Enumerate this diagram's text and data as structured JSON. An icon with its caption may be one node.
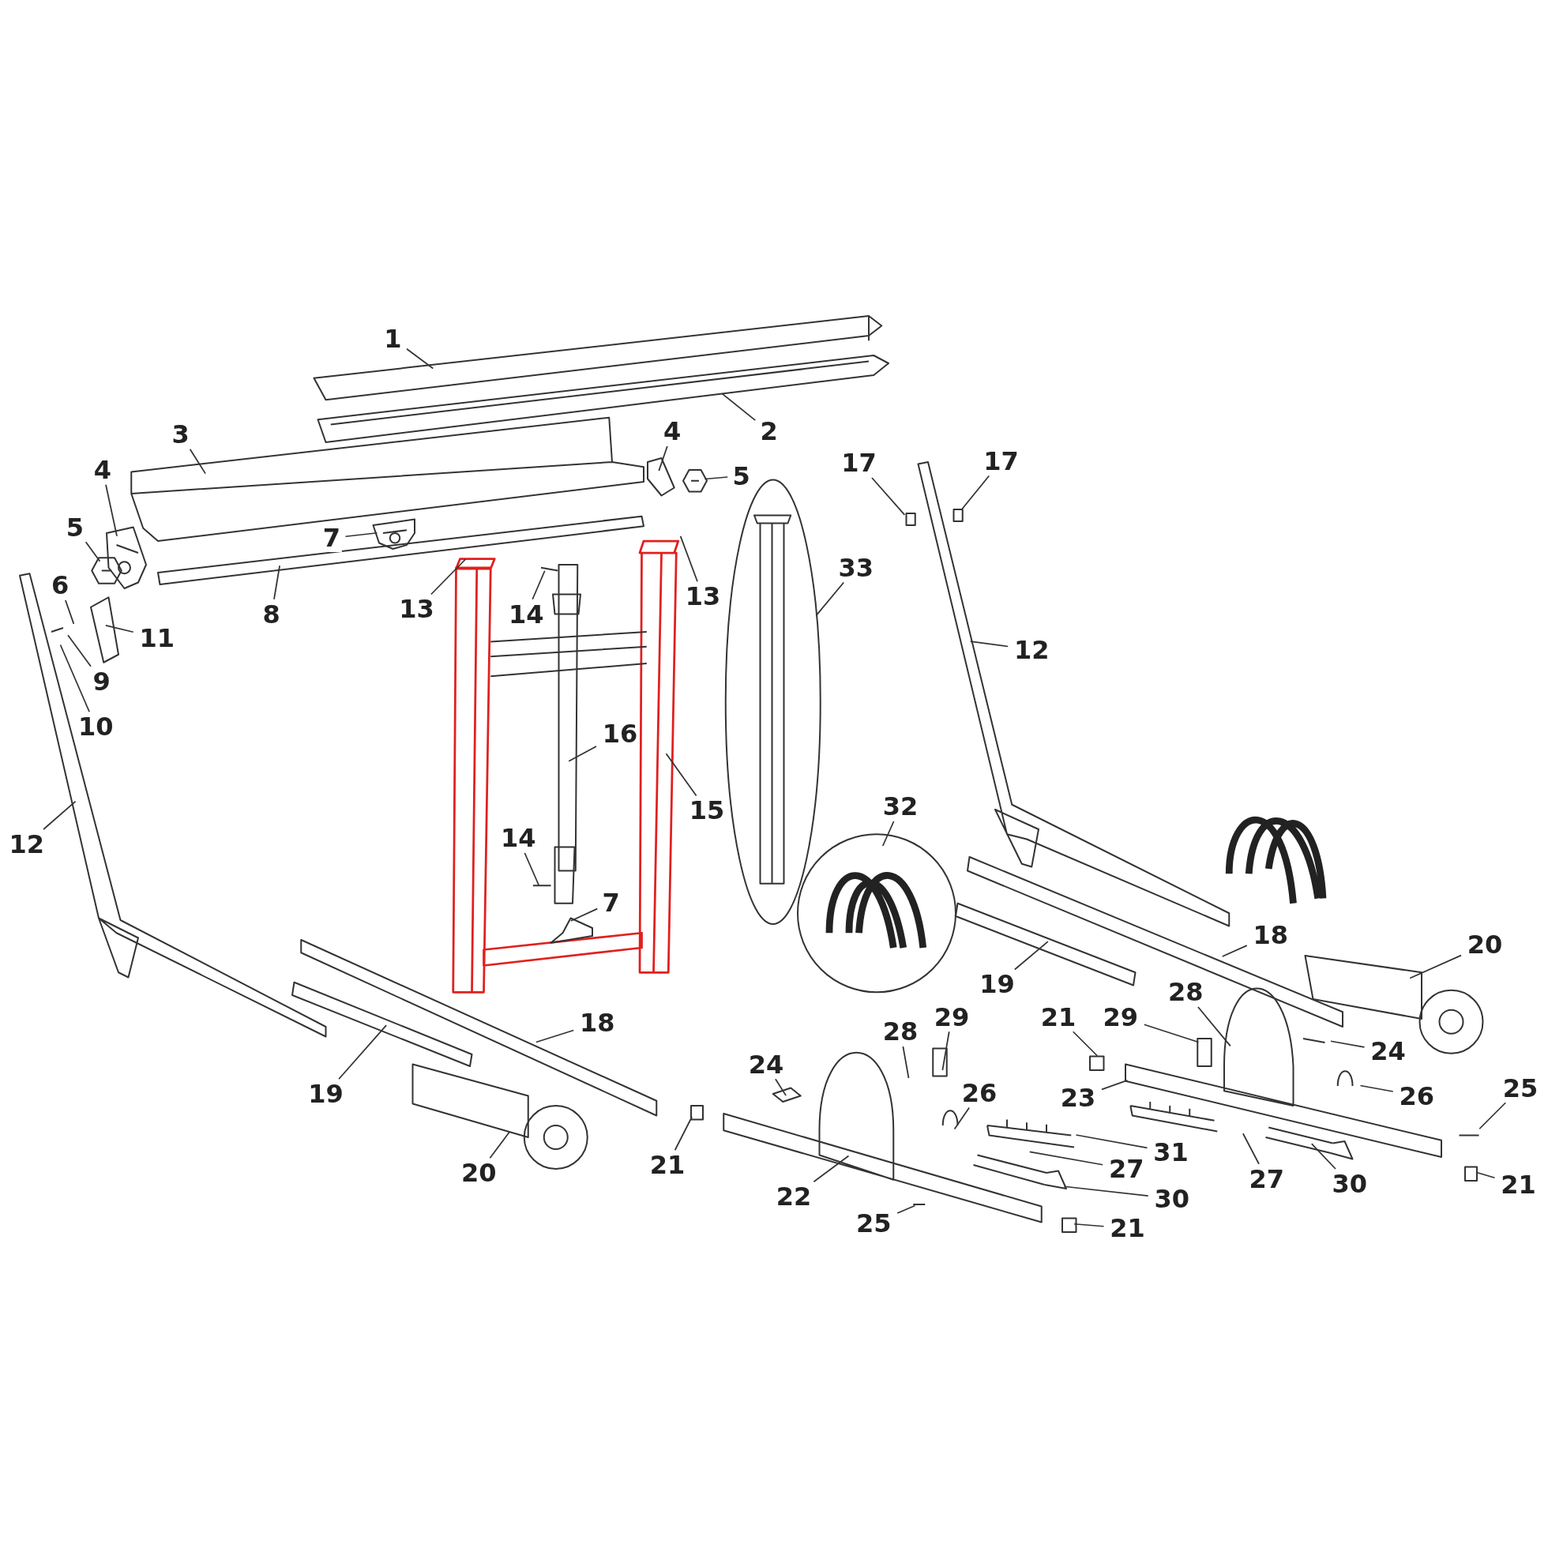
{
  "diagram": {
    "nodes": [
      {
        "text": [
          "1"
        ]
      },
      {
        "text": [
          "2"
        ]
      },
      {
        "text": [
          "3"
        ]
      },
      {
        "text": [
          "4"
        ]
      },
      {
        "text": [
          "4"
        ]
      },
      {
        "text": [
          "5"
        ]
      },
      {
        "text": [
          "5"
        ]
      },
      {
        "text": [
          "7"
        ]
      },
      {
        "text": [
          "8"
        ]
      },
      {
        "text": [
          "13"
        ]
      },
      {
        "text": [
          "13"
        ]
      },
      {
        "text": [
          "14"
        ]
      },
      {
        "text": [
          "6"
        ]
      },
      {
        "text": [
          "11"
        ]
      },
      {
        "text": [
          "9"
        ]
      },
      {
        "text": [
          "10"
        ]
      },
      {
        "text": [
          "12"
        ]
      },
      {
        "text": [
          "16"
        ]
      },
      {
        "text": [
          "15"
        ]
      },
      {
        "text": [
          "14"
        ]
      },
      {
        "text": [
          "7"
        ]
      },
      {
        "text": [
          "33"
        ]
      },
      {
        "text": [
          "17"
        ]
      },
      {
        "text": [
          "17"
        ]
      },
      {
        "text": [
          "12"
        ]
      },
      {
        "text": [
          "32"
        ]
      },
      {
        "text": [
          "18"
        ]
      },
      {
        "text": [
          "20"
        ]
      },
      {
        "text": [
          "19"
        ]
      },
      {
        "text": [
          "18"
        ]
      },
      {
        "text": [
          "19"
        ]
      },
      {
        "text": [
          "20"
        ]
      },
      {
        "text": [
          "21"
        ]
      },
      {
        "text": [
          "28"
        ]
      },
      {
        "text": [
          "29"
        ]
      },
      {
        "text": [
          "24"
        ]
      },
      {
        "text": [
          "26"
        ]
      },
      {
        "text": [
          "21"
        ]
      },
      {
        "text": [
          "29"
        ]
      },
      {
        "text": [
          "28"
        ]
      },
      {
        "text": [
          "24"
        ]
      },
      {
        "text": [
          "23"
        ]
      },
      {
        "text": [
          "26"
        ]
      },
      {
        "text": [
          "25"
        ]
      },
      {
        "text": [
          "31"
        ]
      },
      {
        "text": [
          "27"
        ]
      },
      {
        "text": [
          "27"
        ]
      },
      {
        "text": [
          "30"
        ]
      },
      {
        "text": [
          "22"
        ]
      },
      {
        "text": [
          "30"
        ]
      },
      {
        "text": [
          "21"
        ]
      },
      {
        "text": [
          "25"
        ]
      },
      {
        "text": [
          "21"
        ]
      }
    ],
    "edges": [
      {
        "from": 0,
        "to": null,
        "arrow": "none"
      },
      {
        "from": 1,
        "to": null,
        "arrow": "none"
      },
      {
        "from": 2,
        "to": null,
        "arrow": "none"
      },
      {
        "from": 3,
        "to": null,
        "arrow": "none"
      },
      {
        "from": 4,
        "to": null,
        "arrow": "none"
      },
      {
        "from": 5,
        "to": null,
        "arrow": "none"
      },
      {
        "from": 6,
        "to": null,
        "arrow": "none"
      },
      {
        "from": 7,
        "to": null,
        "arrow": "none"
      },
      {
        "from": 8,
        "to": null,
        "arrow": "none"
      },
      {
        "from": 9,
        "to": null,
        "arrow": "none"
      },
      {
        "from": 10,
        "to": null,
        "arrow": "none"
      },
      {
        "from": 11,
        "to": null,
        "arrow": "none"
      },
      {
        "from": 12,
        "to": null,
        "arrow": "none"
      },
      {
        "from": 13,
        "to": null,
        "arrow": "none"
      },
      {
        "from": 14,
        "to": null,
        "arrow": "none"
      },
      {
        "from": 15,
        "to": null,
        "arrow": "none"
      },
      {
        "from": 16,
        "to": null,
        "arrow": "none"
      },
      {
        "from": 17,
        "to": null,
        "arrow": "none"
      },
      {
        "from": 18,
        "to": null,
        "arrow": "none"
      },
      {
        "from": 19,
        "to": null,
        "arrow": "none"
      },
      {
        "from": 20,
        "to": null,
        "arrow": "none"
      },
      {
        "from": 21,
        "to": null,
        "arrow": "none"
      },
      {
        "from": 22,
        "to": null,
        "arrow": "none"
      },
      {
        "from": 23,
        "to": null,
        "arrow": "none"
      },
      {
        "from": 24,
        "to": null,
        "arrow": "none"
      },
      {
        "from": 25,
        "to": null,
        "arrow": "none"
      },
      {
        "from": 26,
        "to": null,
        "arrow": "none"
      },
      {
        "from": 27,
        "to": null,
        "arrow": "none"
      },
      {
        "from": 28,
        "to": null,
        "arrow": "none"
      },
      {
        "from": 29,
        "to": null,
        "arrow": "none"
      },
      {
        "from": 30,
        "to": null,
        "arrow": "none"
      },
      {
        "from": 31,
        "to": null,
        "arrow": "none"
      },
      {
        "from": 32,
        "to": null,
        "arrow": "none"
      },
      {
        "from": 33,
        "to": null,
        "arrow": "none"
      },
      {
        "from": 34,
        "to": null,
        "arrow": "none"
      },
      {
        "from": 35,
        "to": null,
        "arrow": "none"
      },
      {
        "from": 36,
        "to": null,
        "arrow": "none"
      },
      {
        "from": 37,
        "to": null,
        "arrow": "none"
      },
      {
        "from": 38,
        "to": null,
        "arrow": "none"
      },
      {
        "from": 39,
        "to": null,
        "arrow": "none"
      },
      {
        "from": 40,
        "to": null,
        "arrow": "none"
      },
      {
        "from": 41,
        "to": null,
        "arrow": "none"
      },
      {
        "from": 42,
        "to": null,
        "arrow": "none"
      },
      {
        "from": 43,
        "to": null,
        "arrow": "none"
      },
      {
        "from": 44,
        "to": null,
        "arrow": "none"
      },
      {
        "from": 45,
        "to": null,
        "arrow": "none"
      },
      {
        "from": 46,
        "to": null,
        "arrow": "none"
      },
      {
        "from": 47,
        "to": null,
        "arrow": "none"
      },
      {
        "from": 48,
        "to": null,
        "arrow": "none"
      },
      {
        "from": 49,
        "to": null,
        "arrow": "none"
      },
      {
        "from": 50,
        "to": null,
        "arrow": "none"
      },
      {
        "from": 51,
        "to": null,
        "arrow": "none"
      },
      {
        "from": 52,
        "to": null,
        "arrow": "none"
      }
    ]
  }
}
